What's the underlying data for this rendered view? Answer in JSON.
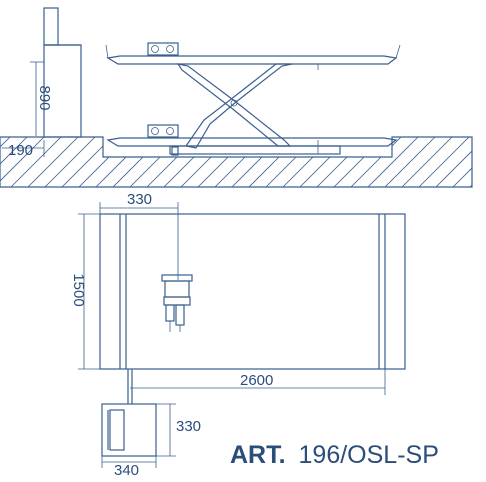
{
  "colors": {
    "line": "#3a5f8f",
    "text": "#2a4d7a",
    "background": "#ffffff"
  },
  "side_view": {
    "dim_height": "890",
    "dim_pit": "190"
  },
  "top_view": {
    "dim_ramp_width": "330",
    "dim_width": "1500",
    "dim_length": "2600"
  },
  "control_unit": {
    "dim_depth": "330",
    "dim_width": "340"
  },
  "article": {
    "prefix": "ART.",
    "code": "196/OSL-SP"
  }
}
